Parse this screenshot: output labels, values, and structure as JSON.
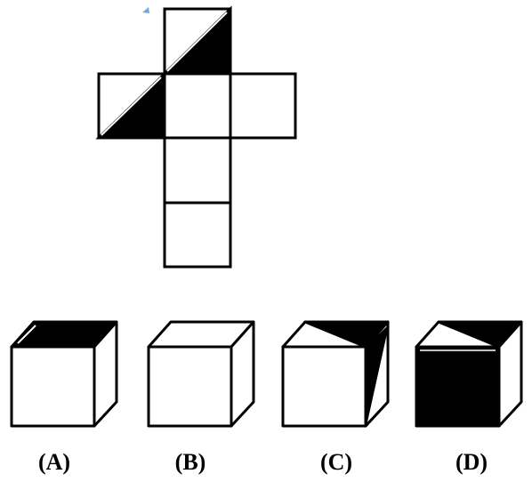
{
  "options": [
    {
      "label": "(A)"
    },
    {
      "label": "(B)"
    },
    {
      "label": "(C)"
    },
    {
      "label": "(D)"
    }
  ],
  "colors": {
    "ink": "#000000",
    "paper": "#ffffff"
  }
}
